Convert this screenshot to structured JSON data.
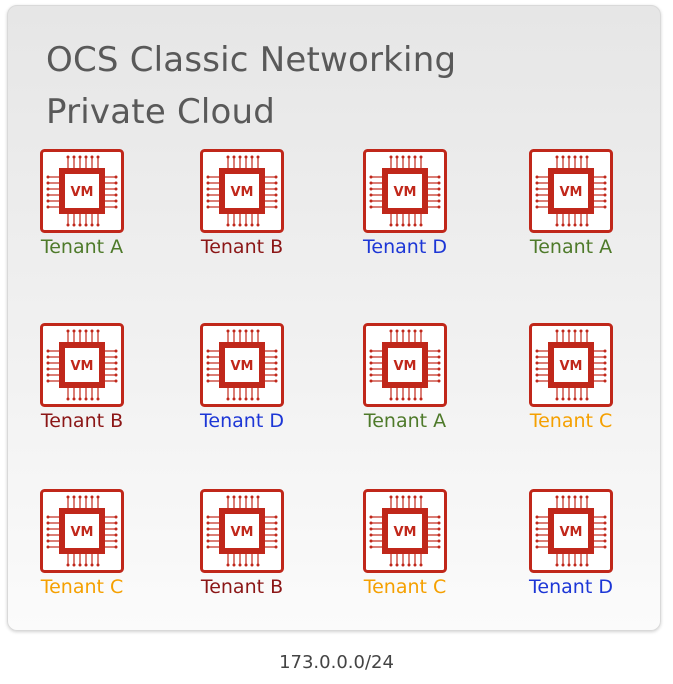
{
  "title_lines": [
    "OCS Classic Networking",
    "Private Cloud"
  ],
  "chip_label": "VM",
  "icon": "vm-chip-icon",
  "colors": {
    "chip": "#c0271a",
    "tenant_a": "#4e7a2a",
    "tenant_b": "#8b1616",
    "tenant_c": "#f5a000",
    "tenant_d": "#1c36d6"
  },
  "vms": [
    {
      "tenant": "Tenant A",
      "color": "#4e7a2a"
    },
    {
      "tenant": "Tenant B",
      "color": "#8b1616"
    },
    {
      "tenant": "Tenant D",
      "color": "#1c36d6"
    },
    {
      "tenant": "Tenant A",
      "color": "#4e7a2a"
    },
    {
      "tenant": "Tenant B",
      "color": "#8b1616"
    },
    {
      "tenant": "Tenant D",
      "color": "#1c36d6"
    },
    {
      "tenant": "Tenant A",
      "color": "#4e7a2a"
    },
    {
      "tenant": "Tenant C",
      "color": "#f5a000"
    },
    {
      "tenant": "Tenant C",
      "color": "#f5a000"
    },
    {
      "tenant": "Tenant B",
      "color": "#8b1616"
    },
    {
      "tenant": "Tenant C",
      "color": "#f5a000"
    },
    {
      "tenant": "Tenant D",
      "color": "#1c36d6"
    }
  ],
  "subnet": "173.0.0.0/24"
}
